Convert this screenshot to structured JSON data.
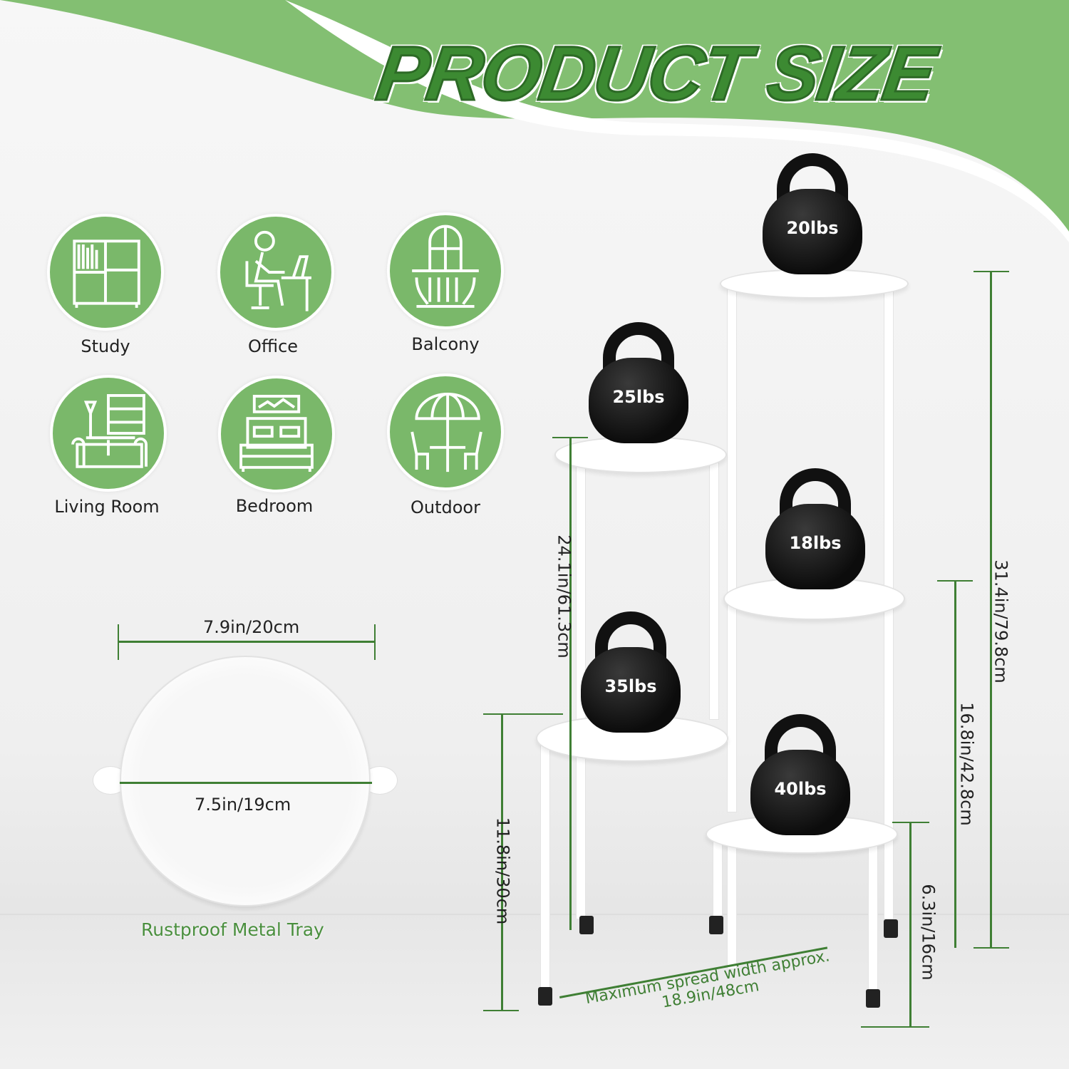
{
  "title": "PRODUCT SIZE",
  "colors": {
    "accent": "#7ab86a",
    "dim_line": "#3f7f34",
    "title": "#3c8a32"
  },
  "rooms": [
    {
      "label": "Study",
      "icon": "bookshelf-icon"
    },
    {
      "label": "Office",
      "icon": "desk-worker-icon"
    },
    {
      "label": "Balcony",
      "icon": "balcony-icon"
    },
    {
      "label": "Living Room",
      "icon": "sofa-icon"
    },
    {
      "label": "Bedroom",
      "icon": "bed-icon"
    },
    {
      "label": "Outdoor",
      "icon": "umbrella-table-icon"
    }
  ],
  "tray": {
    "outer": "7.9in/20cm",
    "inner": "7.5in/19cm",
    "caption": "Rustproof Metal Tray"
  },
  "weights": [
    "20lbs",
    "25lbs",
    "18lbs",
    "35lbs",
    "40lbs"
  ],
  "dimensions": {
    "total_height": "31.4in/79.8cm",
    "mid_height": "16.8in/42.8cm",
    "low_height": "6.3in/16cm",
    "left_high": "24.1in/61.3cm",
    "left_low": "11.8in/30cm",
    "spread_label": "Maximum spread width approx.",
    "spread_value": "18.9in/48cm"
  }
}
